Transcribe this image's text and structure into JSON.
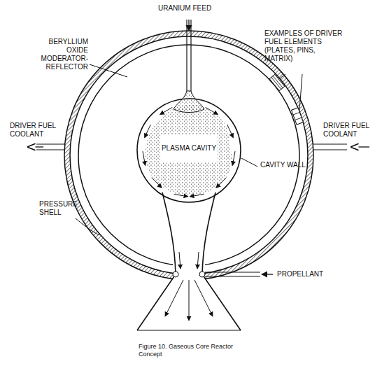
{
  "diagram": {
    "caption": "Figure 10. Gaseous Core Reactor Concept",
    "nodes": [
      {
        "text": [
          "PLASMA CAVITY"
        ]
      }
    ],
    "labels": [
      "URANIUM FEED",
      "BERYLLIUM OXIDE MODERATOR-REFLECTOR",
      "EXAMPLES OF DRIVER FUEL ELEMENTS (PLATES, PINS, MATRIX)",
      "DRIVER FUEL COOLANT",
      "DRIVER FUEL COOLANT",
      "CAVITY WALL",
      "PRESSURE SHELL",
      "PROPELLANT"
    ]
  }
}
